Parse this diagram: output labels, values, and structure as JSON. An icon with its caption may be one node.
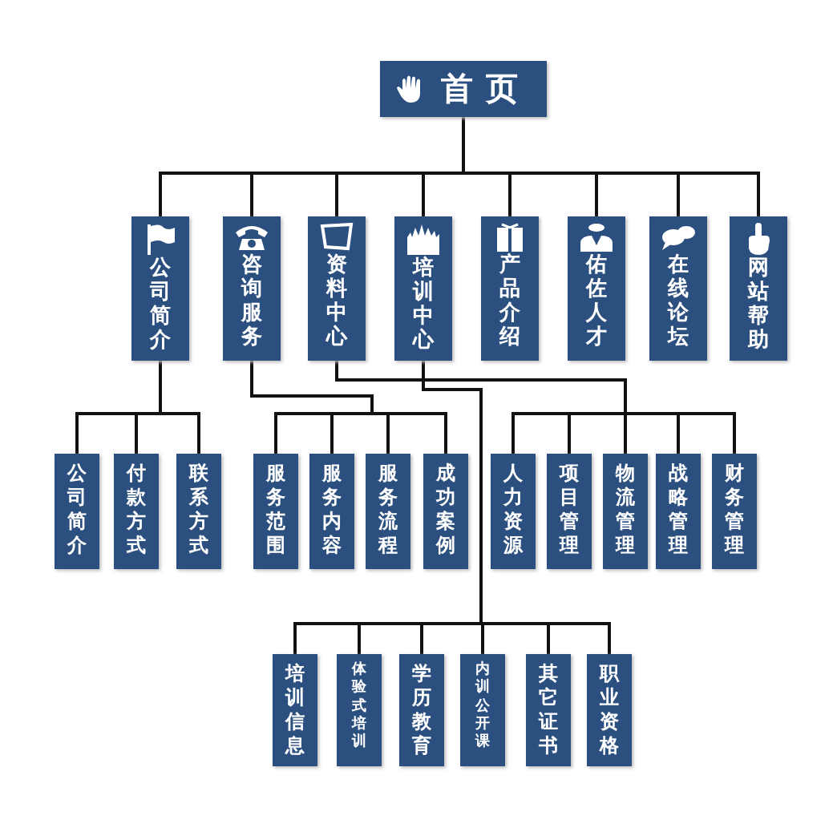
{
  "diagram": {
    "nodes": [
      {
        "text": [
          "首页"
        ]
      },
      {
        "text": [
          "公司简介"
        ]
      },
      {
        "text": [
          "咨询服务"
        ]
      },
      {
        "text": [
          "资料中心"
        ]
      },
      {
        "text": [
          "培训中心"
        ]
      },
      {
        "text": [
          "产品介绍"
        ]
      },
      {
        "text": [
          "佑佐人才"
        ]
      },
      {
        "text": [
          "在线论坛"
        ]
      },
      {
        "text": [
          "网站帮助"
        ]
      },
      {
        "text": [
          "公司简介"
        ]
      },
      {
        "text": [
          "付款方式"
        ]
      },
      {
        "text": [
          "联系方式"
        ]
      },
      {
        "text": [
          "服务范围"
        ]
      },
      {
        "text": [
          "服务内容"
        ]
      },
      {
        "text": [
          "服务流程"
        ]
      },
      {
        "text": [
          "成功案例"
        ]
      },
      {
        "text": [
          "人力资源"
        ]
      },
      {
        "text": [
          "项目管理"
        ]
      },
      {
        "text": [
          "物流管理"
        ]
      },
      {
        "text": [
          "战略管理"
        ]
      },
      {
        "text": [
          "财务管理"
        ]
      },
      {
        "text": [
          "培训信息"
        ]
      },
      {
        "text": [
          "体验式培训"
        ]
      },
      {
        "text": [
          "学历教育"
        ]
      },
      {
        "text": [
          "内训公开课"
        ]
      },
      {
        "text": [
          "其它证书"
        ]
      },
      {
        "text": [
          "职业资格"
        ]
      }
    ],
    "edges": [
      {
        "from": 0,
        "to": 1,
        "arrow": "none"
      },
      {
        "from": 0,
        "to": 2,
        "arrow": "none"
      },
      {
        "from": 0,
        "to": 3,
        "arrow": "none"
      },
      {
        "from": 0,
        "to": 4,
        "arrow": "none"
      },
      {
        "from": 0,
        "to": 5,
        "arrow": "none"
      },
      {
        "from": 0,
        "to": 6,
        "arrow": "none"
      },
      {
        "from": 0,
        "to": 7,
        "arrow": "none"
      },
      {
        "from": 0,
        "to": 8,
        "arrow": "none"
      },
      {
        "from": 1,
        "to": 9,
        "arrow": "none"
      },
      {
        "from": 1,
        "to": 10,
        "arrow": "none"
      },
      {
        "from": 1,
        "to": 11,
        "arrow": "none"
      },
      {
        "from": 2,
        "to": 12,
        "arrow": "none"
      },
      {
        "from": 2,
        "to": 13,
        "arrow": "none"
      },
      {
        "from": 2,
        "to": 14,
        "arrow": "none"
      },
      {
        "from": 2,
        "to": 15,
        "arrow": "none"
      },
      {
        "from": 3,
        "to": 16,
        "arrow": "none"
      },
      {
        "from": 3,
        "to": 17,
        "arrow": "none"
      },
      {
        "from": 3,
        "to": 18,
        "arrow": "none"
      },
      {
        "from": 3,
        "to": 19,
        "arrow": "none"
      },
      {
        "from": 3,
        "to": 20,
        "arrow": "none"
      },
      {
        "from": 4,
        "to": 21,
        "arrow": "none"
      },
      {
        "from": 4,
        "to": 22,
        "arrow": "none"
      },
      {
        "from": 4,
        "to": 23,
        "arrow": "none"
      },
      {
        "from": 4,
        "to": 24,
        "arrow": "none"
      },
      {
        "from": 4,
        "to": 25,
        "arrow": "none"
      },
      {
        "from": 4,
        "to": 26,
        "arrow": "none"
      }
    ]
  }
}
